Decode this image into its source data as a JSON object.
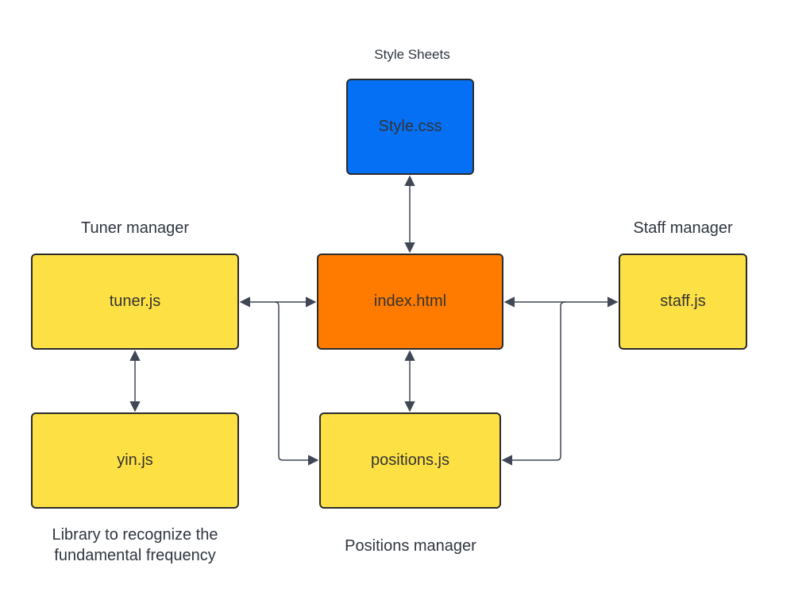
{
  "colors": {
    "stylesheet": "#0670f5",
    "main": "#ff7b00",
    "module": "#fde144",
    "stroke": "#2b2b2b",
    "connector": "#3f4654"
  },
  "nodes": {
    "style": {
      "label": "Style.css"
    },
    "index": {
      "label": "index.html"
    },
    "tuner": {
      "label": "tuner.js"
    },
    "staff": {
      "label": "staff.js"
    },
    "yin": {
      "label": "yin.js"
    },
    "positions": {
      "label": "positions.js"
    }
  },
  "captions": {
    "style": "Style Sheets",
    "tuner": "Tuner manager",
    "staff": "Staff manager",
    "yin": "Library to recognize the\nfundamental frequency",
    "positions": "Positions manager"
  },
  "connections": [
    {
      "from": "index",
      "to": "style",
      "arrows": "both"
    },
    {
      "from": "index",
      "to": "tuner",
      "arrows": "both"
    },
    {
      "from": "index",
      "to": "staff",
      "arrows": "both"
    },
    {
      "from": "index",
      "to": "positions",
      "arrows": "both"
    },
    {
      "from": "tuner",
      "to": "yin",
      "arrows": "both"
    },
    {
      "from": "tuner",
      "to": "positions",
      "arrows": "end"
    },
    {
      "from": "staff",
      "to": "positions",
      "arrows": "end"
    }
  ]
}
